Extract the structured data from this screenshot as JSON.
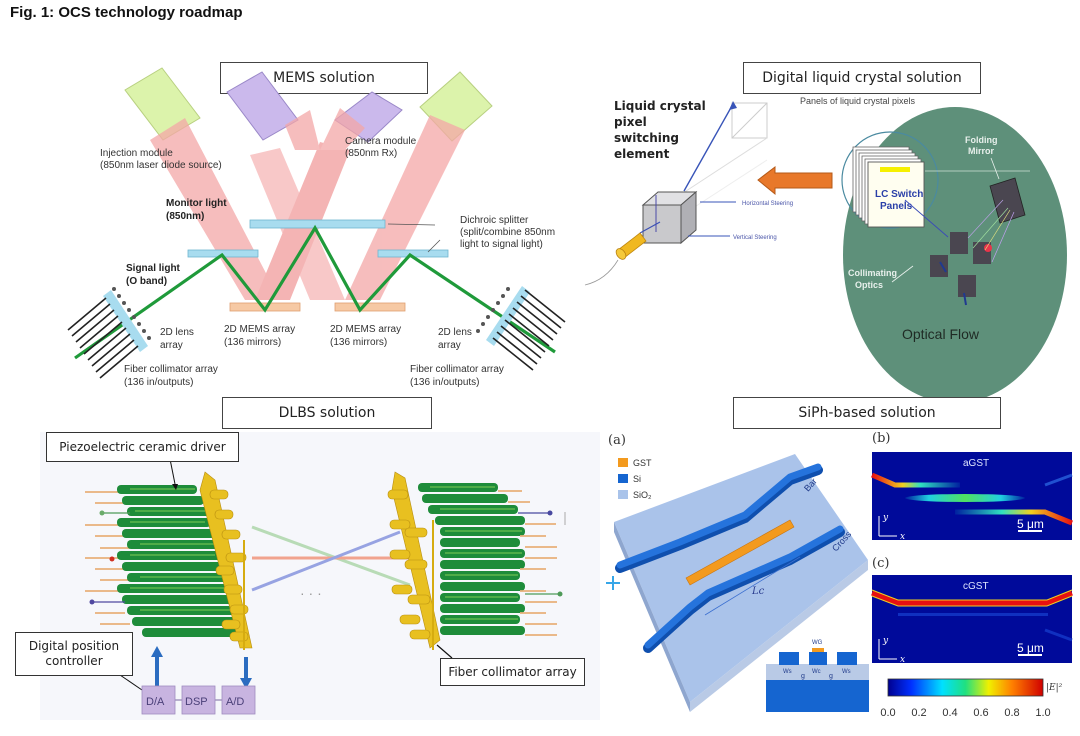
{
  "figure": {
    "title": "Fig. 1: OCS technology roadmap"
  },
  "mems": {
    "heading": "MEMS solution",
    "injection_module": [
      "Injection module",
      "(850nm laser diode source)"
    ],
    "camera_module": [
      "Camera module",
      "(850nm Rx)"
    ],
    "monitor_light": [
      "Monitor light",
      "(850nm)"
    ],
    "dichroic_splitter": [
      "Dichroic splitter",
      "(split/combine 850nm",
      "light to signal light)"
    ],
    "signal_light": [
      "Signal light",
      "(O band)"
    ],
    "lens_array_left": [
      "2D lens",
      "array"
    ],
    "lens_array_right": [
      "2D lens",
      "array"
    ],
    "mems_array_left": [
      "2D MEMS array",
      "(136 mirrors)"
    ],
    "mems_array_right": [
      "2D MEMS array",
      "(136 mirrors)"
    ],
    "fiber_array_left": [
      "Fiber collimator array",
      "(136 in/outputs)"
    ],
    "fiber_array_right": [
      "Fiber collimator array",
      "(136 in/outputs)"
    ],
    "colors": {
      "beam": "#f4a6a6",
      "signal": "#1f9a3a",
      "splitter": "#a8dcef",
      "mems": "#f5c7a0",
      "laser": "#d9f2a6",
      "camera": "#c9b8ea"
    }
  },
  "dlc": {
    "heading": "Digital liquid crystal solution",
    "element_label": [
      "Liquid crystal",
      "pixel",
      "switching",
      "element"
    ],
    "horizontal_steering": "Horizontal Steering",
    "vertical_steering": "Vertical Steering",
    "panels_caption": "Panels of liquid crystal pixels",
    "lc_switch_panels": [
      "LC Switch",
      "Panels"
    ],
    "folding_mirror": [
      "Folding",
      "Mirror"
    ],
    "collimating_optics": [
      "Collimating",
      "Optics"
    ],
    "optical_flow": "Optical Flow",
    "colors": {
      "disc": "#5e907a",
      "arrow": "#e8782a"
    }
  },
  "dlbs": {
    "heading": "DLBS solution",
    "piezo_label": "Piezoelectric ceramic driver",
    "controller_label": [
      "Digital position",
      "controller"
    ],
    "fiber_array_label": "Fiber collimator array",
    "blocks": [
      "D/A",
      "DSP",
      "A/D"
    ],
    "ellipsis": "· · ·",
    "colors": {
      "fiber": "#1e8c3a",
      "collimator": "#e8c020",
      "block": "#c8b4e0"
    }
  },
  "siph": {
    "heading": "SiPh-based solution",
    "panel_a": {
      "label": "(a)",
      "legend": [
        {
          "name": "GST",
          "color": "#f39a1e"
        },
        {
          "name": "Si",
          "color": "#1565d0"
        },
        {
          "name": "SiO₂",
          "color": "#a9c3ea"
        }
      ],
      "port_bar": "Bar",
      "port_cross": "Cross",
      "length_label": "Lc",
      "cross_section": {
        "wg": "WG",
        "ws": "Ws",
        "wc": "Wc",
        "gap": "g"
      }
    },
    "panel_b": {
      "label": "(b)",
      "title": "aGST",
      "scale": "5 μm",
      "axis_y": "y",
      "axis_x": "x"
    },
    "panel_c": {
      "label": "(c)",
      "title": "cGST",
      "scale": "5 μm",
      "axis_y": "y",
      "axis_x": "x"
    },
    "colorbar": {
      "label": "|E|²",
      "ticks": [
        "0.0",
        "0.2",
        "0.4",
        "0.6",
        "0.8",
        "1.0"
      ],
      "range": [
        0.0,
        1.0
      ]
    }
  }
}
